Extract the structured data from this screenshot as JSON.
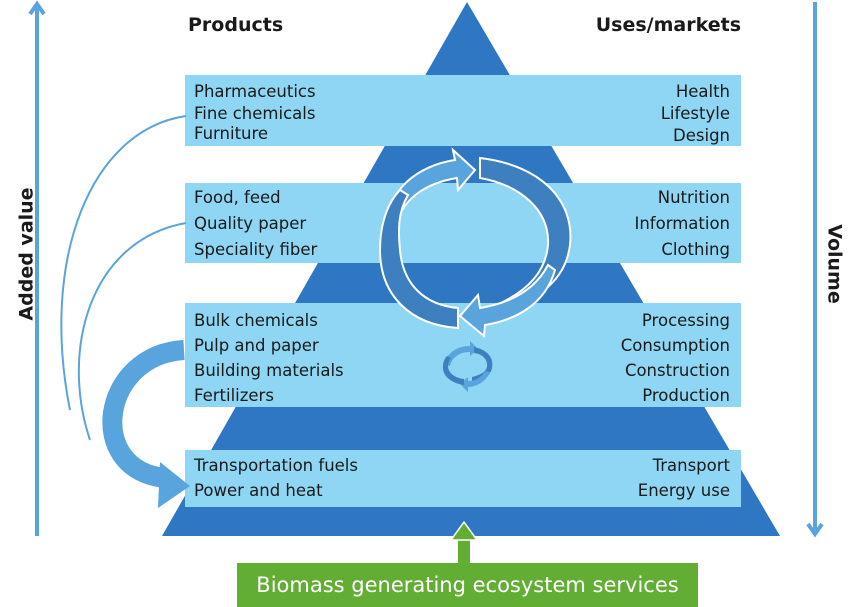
{
  "headers": {
    "products": "Products",
    "uses_markets": "Uses/markets"
  },
  "axes": {
    "left": "Added value",
    "right": "Volume"
  },
  "tiers": [
    {
      "products": [
        "Pharmaceutics",
        "Fine chemicals",
        "Furniture"
      ],
      "uses": [
        "Health",
        "Lifestyle",
        "Design"
      ]
    },
    {
      "products": [
        "Food, feed",
        "Quality paper",
        "Speciality fiber"
      ],
      "uses": [
        "Nutrition",
        "Information",
        "Clothing"
      ]
    },
    {
      "products": [
        "Bulk chemicals",
        "Pulp and paper",
        "Building materials",
        "Fertilizers"
      ],
      "uses": [
        "Processing",
        "Consumption",
        "Construction",
        "Production"
      ]
    },
    {
      "products": [
        "Transportation fuels",
        "Power and heat"
      ],
      "uses": [
        "Transport",
        "Energy use"
      ]
    }
  ],
  "base": {
    "label": "Biomass generating ecosystem services"
  },
  "colors": {
    "pyramid": "#2f77c3",
    "band": "#8ed6f4",
    "arrow": "#5aa4dd",
    "green": "#62ae35"
  }
}
